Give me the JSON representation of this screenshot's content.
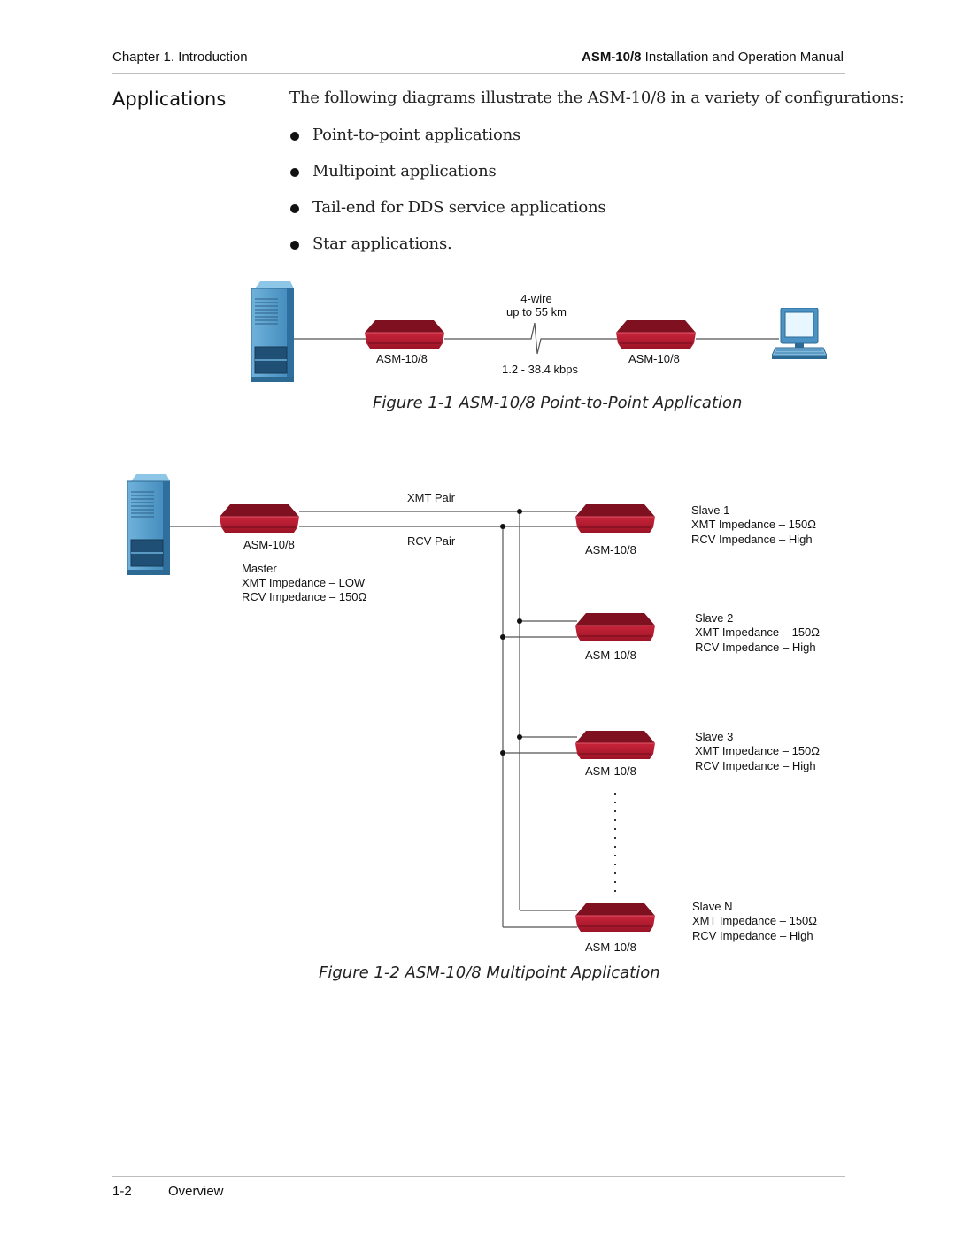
{
  "header": {
    "chapter": "Chapter 1.  Introduction",
    "manual_model": "ASM-10/8",
    "manual_title": " Installation and Operation Manual"
  },
  "section": {
    "title": "Applications",
    "intro": "The following diagrams illustrate the ASM-10/8 in a variety of configurations:",
    "bullets": [
      "Point-to-point applications",
      "Multipoint applications",
      "Tail-end for DDS service applications",
      "Star applications."
    ]
  },
  "figure1": {
    "caption": "Figure 1-1  ASM-10/8 Point-to-Point Application",
    "wire_label_1": "4-wire",
    "wire_label_2": "up to 55 km",
    "speed_label": "1.2 - 38.4 kbps",
    "modem_left_label": "ASM-10/8",
    "modem_right_label": "ASM-10/8"
  },
  "figure2": {
    "caption": "Figure 1-2  ASM-10/8 Multipoint Application",
    "xmt_pair": "XMT Pair",
    "rcv_pair": "RCV Pair",
    "master": {
      "modem_label": "ASM-10/8",
      "title": "Master",
      "xmt": "XMT Impedance – LOW",
      "rcv": "RCV Impedance – 150Ω"
    },
    "slaves": [
      {
        "modem_label": "ASM-10/8",
        "title": "Slave 1",
        "xmt": "XMT Impedance – 150Ω",
        "rcv": "RCV Impedance – High"
      },
      {
        "modem_label": "ASM-10/8",
        "title": "Slave 2",
        "xmt": "XMT Impedance – 150Ω",
        "rcv": "RCV Impedance – High"
      },
      {
        "modem_label": "ASM-10/8",
        "title": "Slave 3",
        "xmt": "XMT Impedance – 150Ω",
        "rcv": "RCV Impedance – High"
      },
      {
        "modem_label": "ASM-10/8",
        "title": "Slave N",
        "xmt": "XMT Impedance – 150Ω",
        "rcv": "RCV Impedance – High"
      }
    ]
  },
  "footer": {
    "page_number": "1-2",
    "section_name": "Overview"
  },
  "colors": {
    "modem_red": "#b3182e",
    "modem_dark": "#7a0f1e",
    "server_blue": "#3f87b8",
    "line_gray": "#555555"
  }
}
